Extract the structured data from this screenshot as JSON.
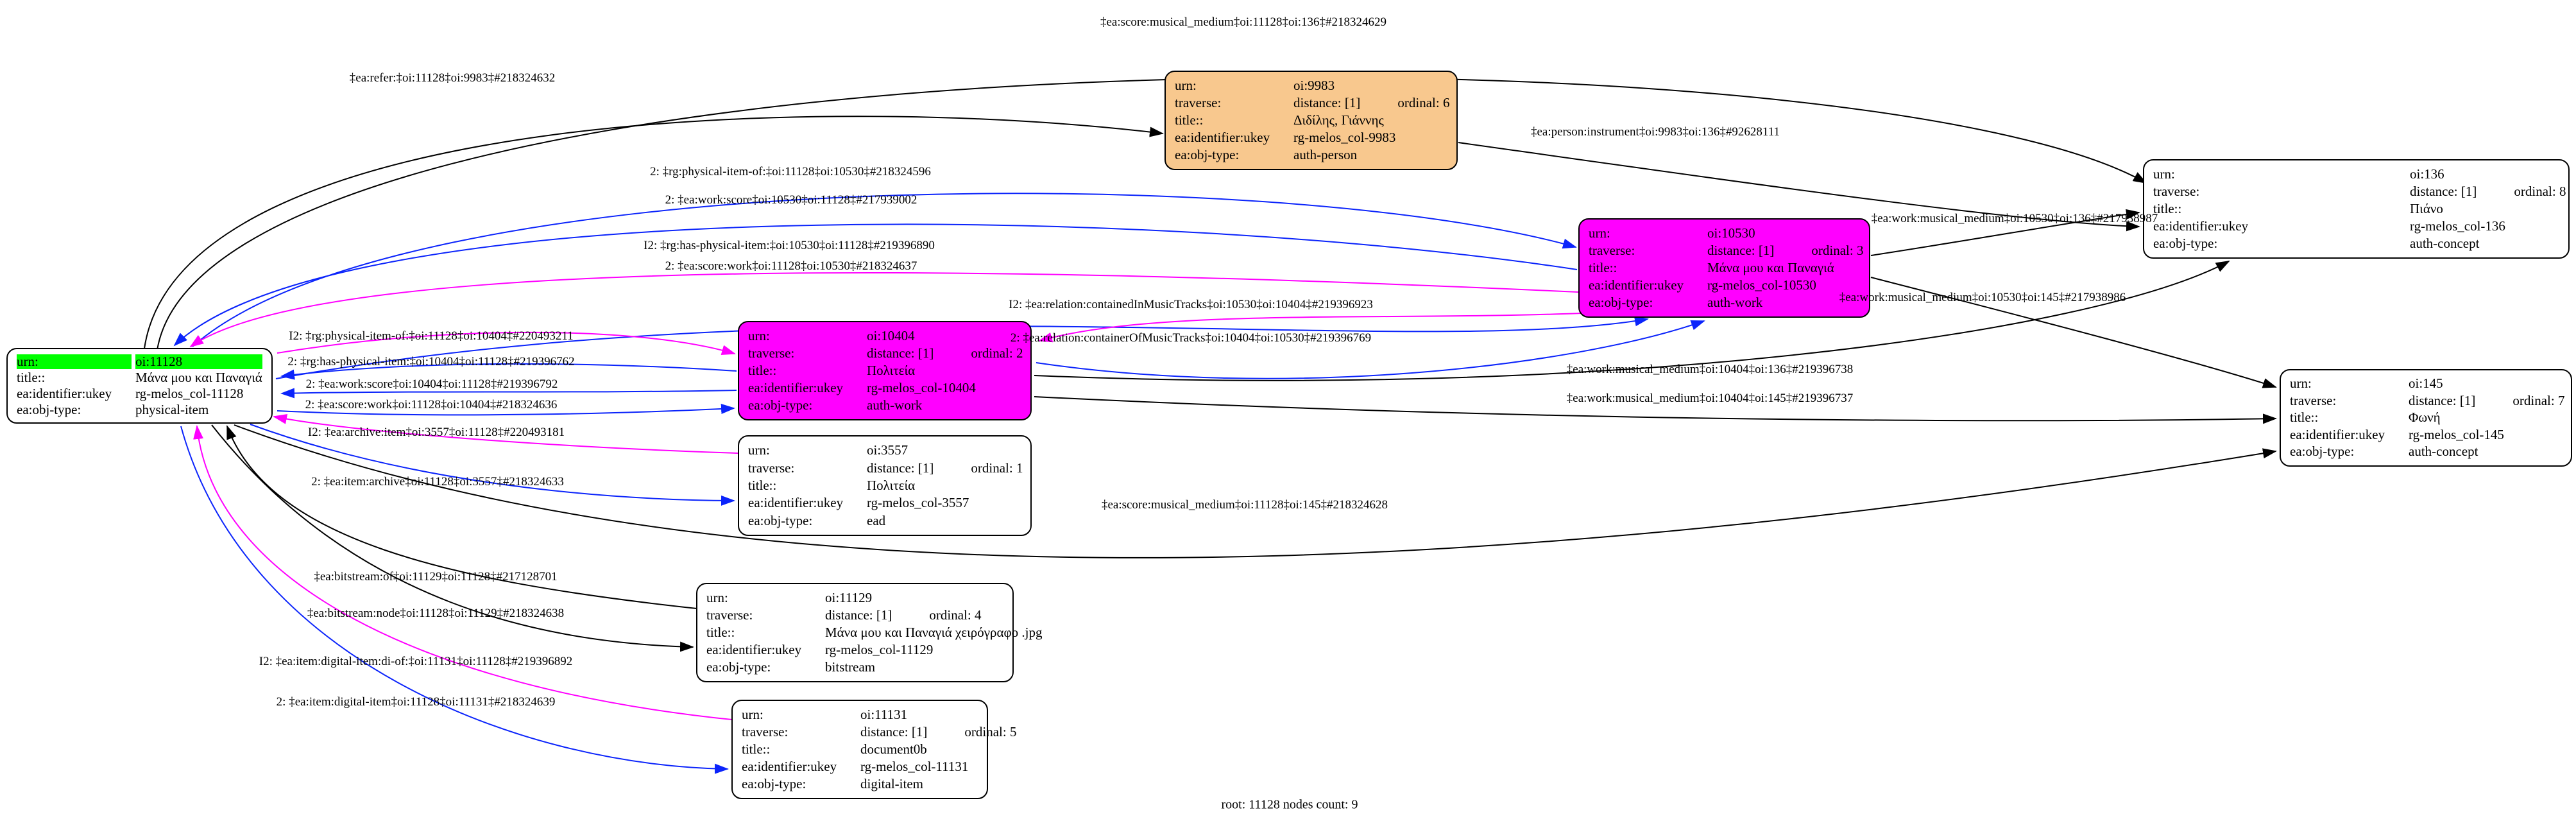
{
  "caption": "root: 11128 nodes count: 9",
  "colors": {
    "root_highlight": "#00ff00",
    "work_node_fill": "#ff00ff",
    "person_node_fill": "#f8c88e",
    "plain_node_fill": "#ffffff",
    "edge_black": "#000000",
    "edge_blue": "#0b24fb",
    "edge_magenta": "#ff00ff"
  },
  "node_keys": {
    "urn": "urn:",
    "traverse": "traverse:",
    "title": "title::",
    "ukey": "ea:identifier:ukey",
    "objtype": "ea:obj-type:"
  },
  "nodes": [
    {
      "urn": "oi:11128",
      "title": "Μάνα μου και Παναγιά",
      "ukey": "rg-melos_col-11128",
      "objtype": "physical-item"
    },
    {
      "urn": "oi:9983",
      "distance": "distance: [1]",
      "ordinal": "ordinal: 6",
      "title": "Διδίλης, Γιάννης",
      "ukey": "rg-melos_col-9983",
      "objtype": "auth-person"
    },
    {
      "urn": "oi:10530",
      "distance": "distance: [1]",
      "ordinal": "ordinal: 3",
      "title": "Μάνα μου και Παναγιά",
      "ukey": "rg-melos_col-10530",
      "objtype": "auth-work"
    },
    {
      "urn": "oi:10404",
      "distance": "distance: [1]",
      "ordinal": "ordinal: 2",
      "title": "Πολιτεία",
      "ukey": "rg-melos_col-10404",
      "objtype": "auth-work"
    },
    {
      "urn": "oi:3557",
      "distance": "distance: [1]",
      "ordinal": "ordinal: 1",
      "title": "Πολιτεία",
      "ukey": "rg-melos_col-3557",
      "objtype": "ead"
    },
    {
      "urn": "oi:11129",
      "distance": "distance: [1]",
      "ordinal": "ordinal: 4",
      "title": "Μάνα μου και Παναγιά χειρόγραφο .jpg",
      "ukey": "rg-melos_col-11129",
      "objtype": "bitstream"
    },
    {
      "urn": "oi:11131",
      "distance": "distance: [1]",
      "ordinal": "ordinal: 5",
      "title": "document0b",
      "ukey": "rg-melos_col-11131",
      "objtype": "digital-item"
    },
    {
      "urn": "oi:136",
      "distance": "distance: [1]",
      "ordinal": "ordinal: 8",
      "title": "Πιάνο",
      "ukey": "rg-melos_col-136",
      "objtype": "auth-concept"
    },
    {
      "urn": "oi:145",
      "distance": "distance: [1]",
      "ordinal": "ordinal: 7",
      "title": "Φωνή",
      "ukey": "rg-melos_col-145",
      "objtype": "auth-concept"
    }
  ],
  "edge_labels": [
    "‡ea:score:musical_medium‡oi:11128‡oi:136‡#218324629",
    "‡ea:refer:‡oi:11128‡oi:9983‡#218324632",
    "2: ‡rg:physical-item-of:‡oi:11128‡oi:10530‡#218324596",
    "2: ‡ea:work:score‡oi:10530‡oi:11128‡#217939002",
    "I2: ‡rg:has-physical-item:‡oi:10530‡oi:11128‡#219396890",
    "2: ‡ea:score:work‡oi:11128‡oi:10530‡#218324637",
    "I2: ‡ea:relation:containedInMusicTracks‡oi:10530‡oi:10404‡#219396923",
    "2: ‡ea:relation:containerOfMusicTracks‡oi:10404‡oi:10530‡#219396769",
    "I2: ‡rg:physical-item-of:‡oi:11128‡oi:10404‡#220493211",
    "2: ‡rg:has-physical-item:‡oi:10404‡oi:11128‡#219396762",
    "2: ‡ea:work:score‡oi:10404‡oi:11128‡#219396792",
    "2: ‡ea:score:work‡oi:11128‡oi:10404‡#218324636",
    "I2: ‡ea:archive:item‡oi:3557‡oi:11128‡#220493181",
    "2: ‡ea:item:archive‡oi:11128‡oi:3557‡#218324633",
    "‡ea:bitstream:of‡oi:11129‡oi:11128‡#217128701",
    "‡ea:bitstream:node‡oi:11128‡oi:11129‡#218324638",
    "I2: ‡ea:item:digital-item:di-of:‡oi:11131‡oi:11128‡#219396892",
    "2: ‡ea:item:digital-item‡oi:11128‡oi:11131‡#218324639",
    "‡ea:person:instrument‡oi:9983‡oi:136‡#92628111",
    "‡ea:work:musical_medium‡oi:10530‡oi:136‡#217938987",
    "‡ea:work:musical_medium‡oi:10530‡oi:145‡#217938986",
    "‡ea:work:musical_medium‡oi:10404‡oi:136‡#219396738",
    "‡ea:work:musical_medium‡oi:10404‡oi:145‡#219396737",
    "‡ea:score:musical_medium‡oi:11128‡oi:145‡#218324628"
  ]
}
